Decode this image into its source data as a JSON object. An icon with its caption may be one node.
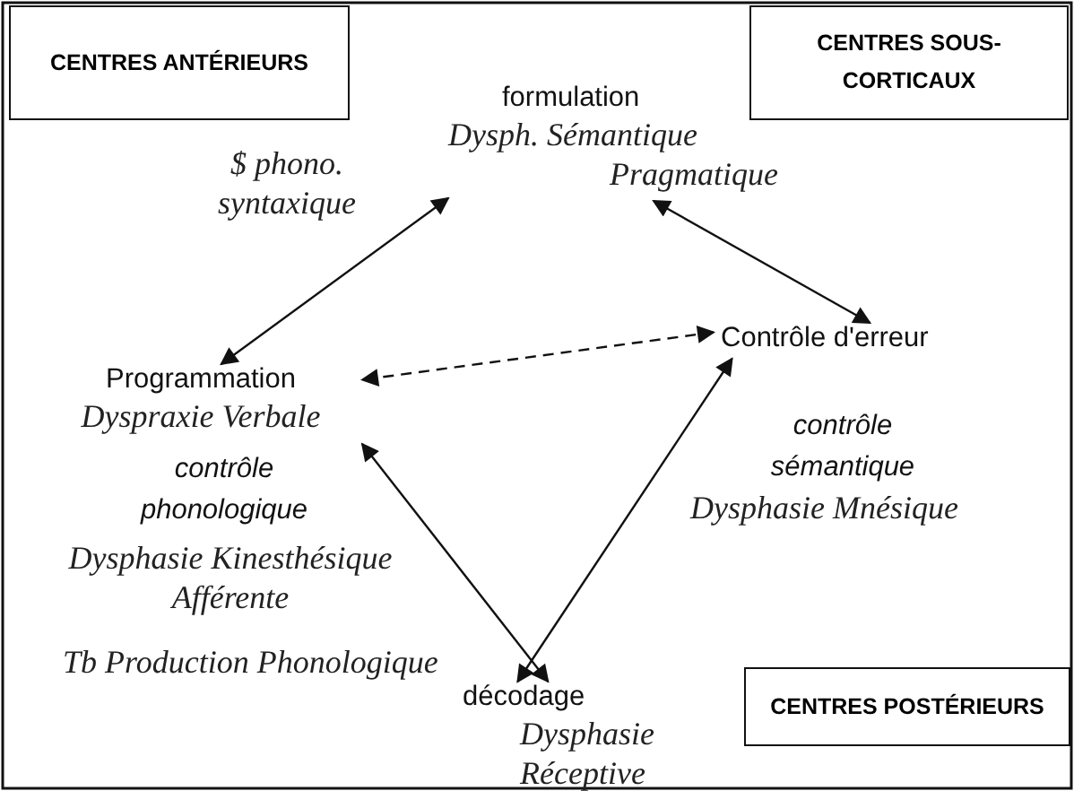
{
  "diagram": {
    "nodes": [
      {
        "text": [
          "CENTRES ANTÉRIEURS"
        ]
      },
      {
        "text": [
          "formulation"
        ],
        "beside": [
          "Dysph. Sémantique Pragmatique"
        ]
      },
      {
        "text": [
          "CENTRES SOUS-CORTICAUX"
        ]
      },
      {
        "text": [
          "Contrôle d'erreur"
        ]
      },
      {
        "text": [
          "Programmation"
        ],
        "beside": [
          "Dyspraxie Verbale"
        ]
      },
      {
        "text": [
          "décodage"
        ],
        "beside": [
          "Dysphasie Réceptive"
        ]
      },
      {
        "text": [
          "CENTRES POSTÉRIEURS"
        ]
      }
    ],
    "edges": [
      {
        "from": 1,
        "to": 4,
        "arrow": "both"
      },
      {
        "from": 1,
        "to": 3,
        "arrow": "both"
      },
      {
        "from": 3,
        "to": 4,
        "arrow": "both",
        "style": "dashed"
      },
      {
        "from": 4,
        "to": 5,
        "arrow": "both"
      },
      {
        "from": 5,
        "to": 3,
        "arrow": "both"
      }
    ],
    "labels": [
      "$ phono. syntaxique",
      "contrôle phonologique",
      "Dysphasie Kinesthésique Afférente",
      "Tb Production Phonologique",
      "contrôle sémantique",
      "Dysphasie Mnésique"
    ]
  }
}
